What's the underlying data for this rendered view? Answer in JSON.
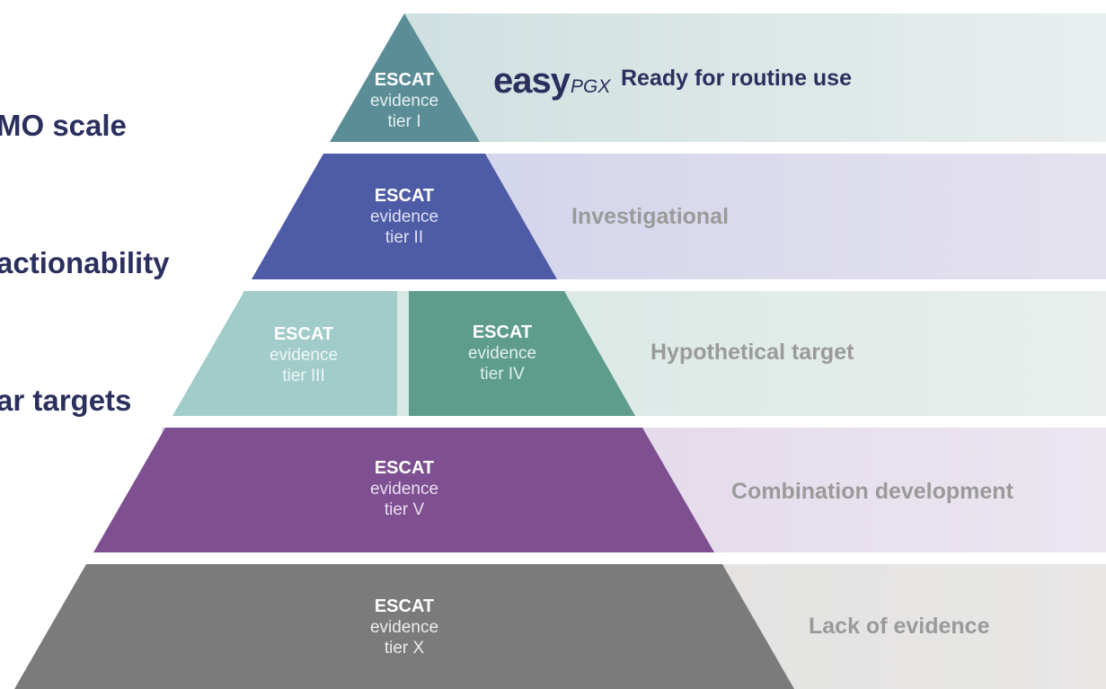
{
  "title_lines": [
    "MO scale",
    "actionability",
    "ar targets"
  ],
  "logo": {
    "main": "easy",
    "suffix": "PGX"
  },
  "tiers": [
    {
      "esc": "ESCAT",
      "ev": "evidence",
      "tier": "tier I"
    },
    {
      "esc": "ESCAT",
      "ev": "evidence",
      "tier": "tier II"
    },
    {
      "esc": "ESCAT",
      "ev": "evidence",
      "tier": "tier III"
    },
    {
      "esc": "ESCAT",
      "ev": "evidence",
      "tier": "tier IV"
    },
    {
      "esc": "ESCAT",
      "ev": "evidence",
      "tier": "tier V"
    },
    {
      "esc": "ESCAT",
      "ev": "evidence",
      "tier": "tier X"
    }
  ],
  "bands": [
    {
      "label": "Ready for routine use"
    },
    {
      "label": "Investigational"
    },
    {
      "label": "Hypothetical target"
    },
    {
      "label": "Combination development"
    },
    {
      "label": "Lack of evidence"
    }
  ],
  "colors": {
    "tier_I": "#5b8d97",
    "tier_II": "#4e5ba6",
    "tier_III": "#a1ccc9",
    "tier_IV": "#5e9c8c",
    "tier_V": "#7e4f91",
    "tier_X": "#7b7b7b",
    "title": "#2b2f5e",
    "label_muted": "#9a9a9a"
  }
}
